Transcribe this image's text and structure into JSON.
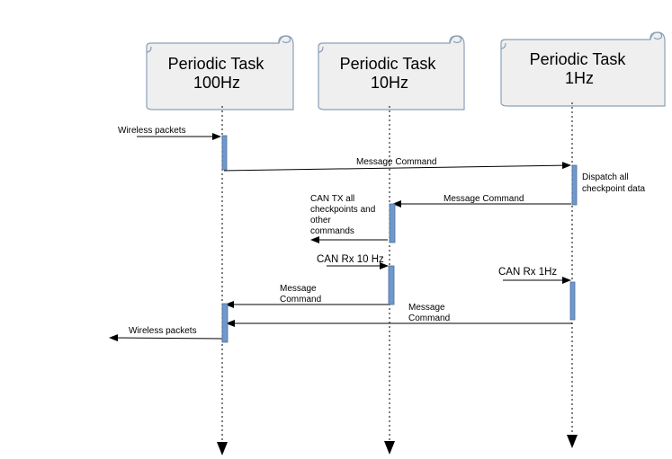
{
  "lifelines": [
    {
      "id": "100hz",
      "title_line1": "Periodic Task",
      "title_line2": "100Hz"
    },
    {
      "id": "10hz",
      "title_line1": "Periodic Task",
      "title_line2": "10Hz"
    },
    {
      "id": "1hz",
      "title_line1": "Periodic Task",
      "title_line2": "1Hz"
    }
  ],
  "messages": {
    "wireless_in": "Wireless packets",
    "msg_cmd_100_to_1": "Message Command",
    "dispatch_line1": "Dispatch all",
    "dispatch_line2": "checkpoint data",
    "msg_cmd_1_to_10": "Message Command",
    "can_tx_line1": "CAN TX all",
    "can_tx_line2": "checkpoints and",
    "can_tx_line3": "other",
    "can_tx_line4": "commands",
    "can_rx_10": "CAN Rx 10 Hz",
    "can_rx_1": "CAN Rx 1Hz",
    "msg_cmd_10_to_100_line1": "Message",
    "msg_cmd_10_to_100_line2": "Command",
    "msg_cmd_1_to_100_line1": "Message",
    "msg_cmd_1_to_100_line2": "Command",
    "wireless_out": "Wireless packets"
  },
  "colors": {
    "box_fill": "#efefef",
    "box_stroke": "#8aa0b8",
    "activation_fill": "#6f98cc",
    "activation_stroke": "#4a6f9c",
    "line": "#000000"
  }
}
